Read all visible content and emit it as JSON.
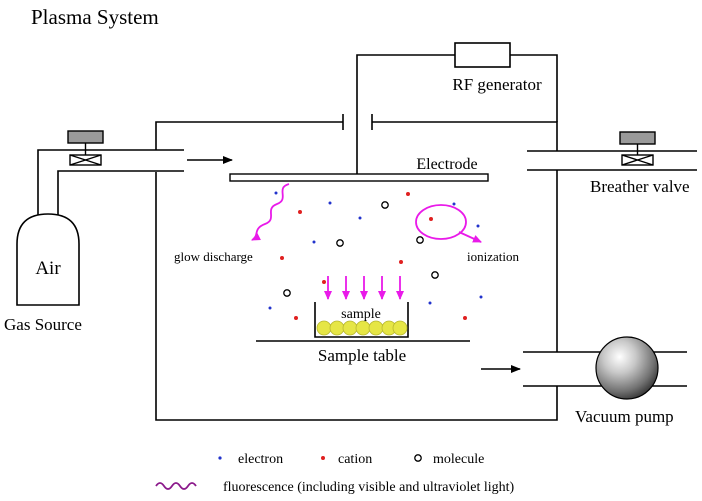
{
  "title": "Plasma System",
  "labels": {
    "rf_generator": "RF generator",
    "electrode": "Electrode",
    "breather_valve": "Breather valve",
    "air": "Air",
    "gas_source": "Gas Source",
    "glow_discharge": "glow discharge",
    "ionization": "ionization",
    "sample": "sample",
    "sample_table": "Sample table",
    "vacuum_pump": "Vacuum pump"
  },
  "legend": {
    "electron": "electron",
    "cation": "cation",
    "molecule": "molecule",
    "fluorescence": "fluorescence (including visible and ultraviolet light)"
  },
  "colors": {
    "line": "#000000",
    "accent": "#e91ae9",
    "electron": "#2233cc",
    "cation": "#e02020",
    "sample_fill": "#e6e645"
  }
}
